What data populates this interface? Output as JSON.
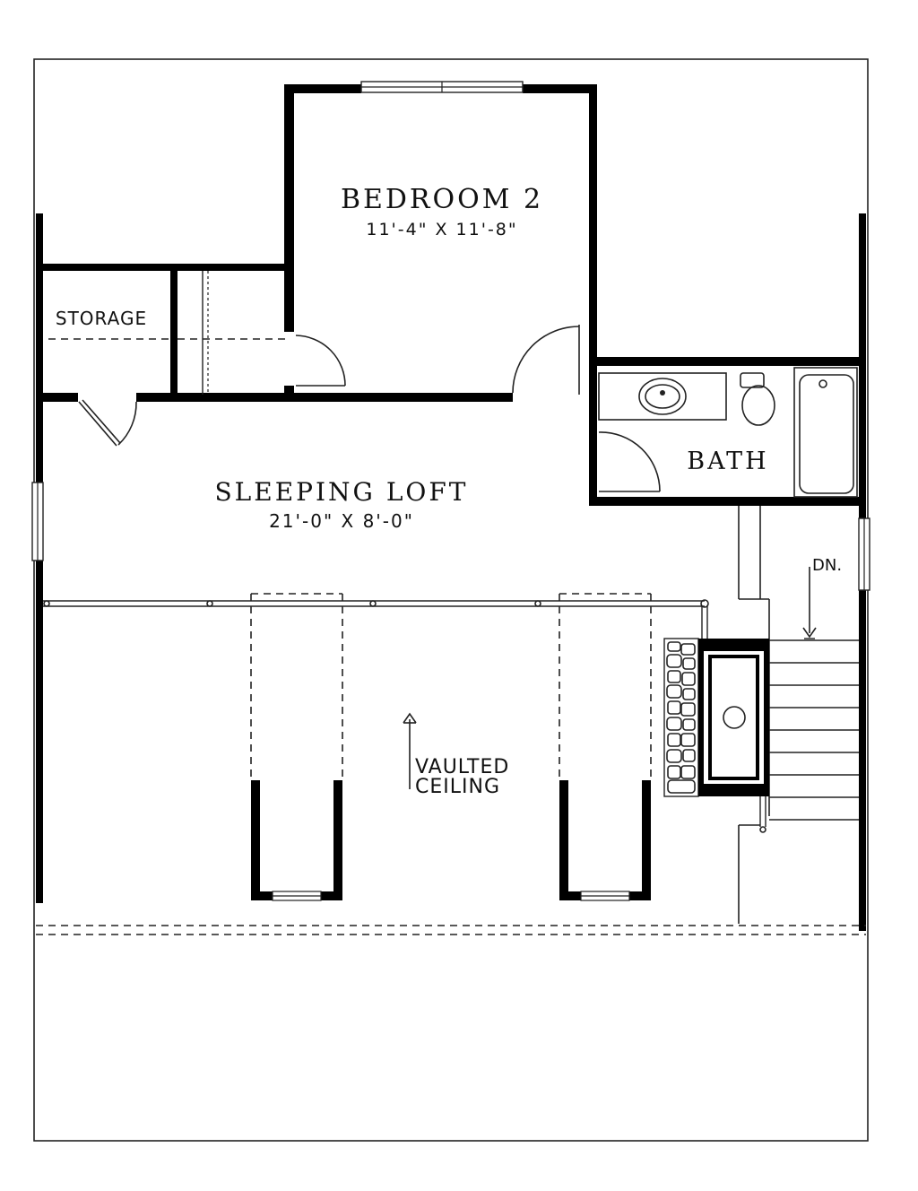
{
  "rooms": {
    "bedroom": {
      "name": "BEDROOM 2",
      "size": "11'-4\" X 11'-8\""
    },
    "storage": {
      "name": "STORAGE"
    },
    "bath": {
      "name": "BATH"
    },
    "loft": {
      "name": "SLEEPING LOFT",
      "size": "21'-0\" X 8'-0\""
    }
  },
  "annotations": {
    "stairs_down": "DN.",
    "vaulted_line1": "VAULTED",
    "vaulted_line2": "CEILING"
  }
}
